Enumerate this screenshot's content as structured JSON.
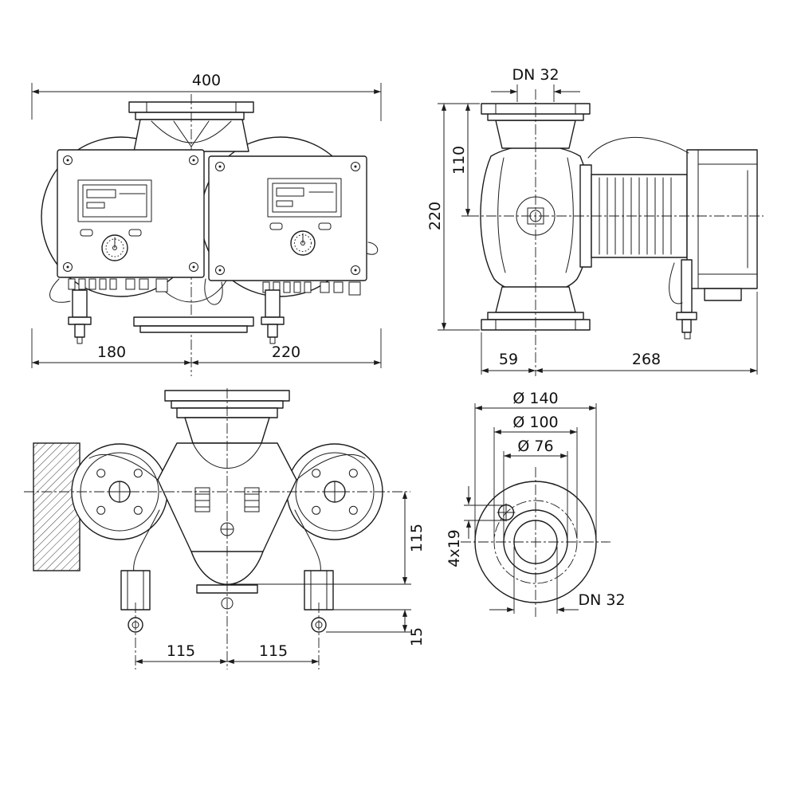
{
  "colors": {
    "line": "#1c1c1c",
    "background": "#ffffff"
  },
  "views": {
    "front": {
      "width_total": "400",
      "width_left": "180",
      "width_right": "220"
    },
    "side": {
      "dn": "DN 32",
      "height_total": "220",
      "height_flange_to_axis": "110",
      "depth_left": "59",
      "depth_right": "268"
    },
    "top": {
      "axis_to_base": "115",
      "base_offset": "15",
      "foot_left": "115",
      "foot_right": "115"
    },
    "flange": {
      "dia_outer": "Ø 140",
      "dia_bolt_circle": "Ø 100",
      "dia_raised_face": "Ø 76",
      "bolt_holes": "4x19",
      "dn": "DN 32"
    }
  }
}
